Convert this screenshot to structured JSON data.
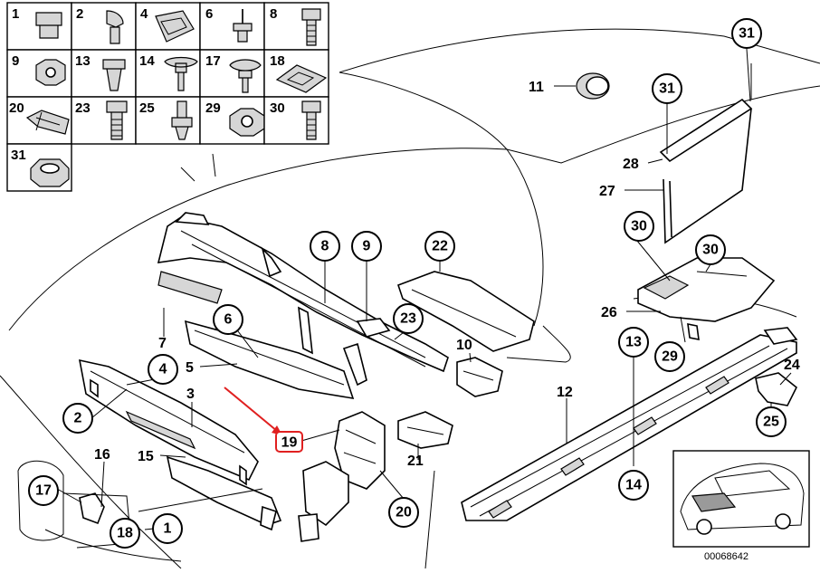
{
  "diagram_id": "00068642",
  "legend_numbers": [
    "1",
    "2",
    "4",
    "6",
    "8",
    "9",
    "13",
    "14",
    "17",
    "18",
    "20",
    "23",
    "25",
    "29",
    "30",
    "31"
  ],
  "callouts": {
    "c31a": "31",
    "c31b": "31",
    "c8": "8",
    "c9": "9",
    "c22": "22",
    "c6": "6",
    "c23": "23",
    "c4": "4",
    "c2": "2",
    "c30a": "30",
    "c30b": "30",
    "c29": "29",
    "c13": "13",
    "c14": "14",
    "c25": "25",
    "c20": "20",
    "c17": "17",
    "c18": "18",
    "c1": "1"
  },
  "plain_labels": {
    "l11": "11",
    "l28": "28",
    "l27": "27",
    "l26": "26",
    "l7": "7",
    "l5": "5",
    "l3": "3",
    "l10": "10",
    "l12": "12",
    "l24": "24",
    "l15": "15",
    "l16": "16",
    "l21": "21"
  },
  "highlighted_label": "19",
  "highlight_color": "#e02020"
}
